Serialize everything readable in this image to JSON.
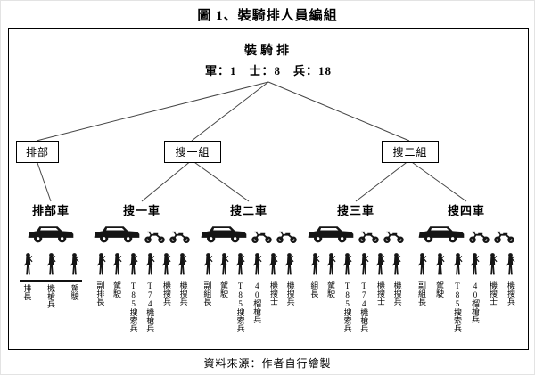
{
  "title": "圖 1、裝騎排人員編組",
  "chart": {
    "root": {
      "label": "裝騎排",
      "stats": "軍：1　士：8　兵：18"
    },
    "nodes": [
      {
        "label": "排部"
      },
      {
        "label": "搜一組"
      },
      {
        "label": "搜二組"
      }
    ],
    "groups": [
      {
        "label": "排部車",
        "vehicles": [
          "jeep"
        ],
        "members": [
          "排長",
          "機槍兵",
          "駕駛"
        ]
      },
      {
        "label": "搜一車",
        "vehicles": [
          "jeep",
          "motorcycle",
          "motorcycle"
        ],
        "members": [
          "副排長",
          "駕駛",
          "T85搜索兵",
          "T74機槍兵",
          "機搜兵",
          "機搜兵"
        ]
      },
      {
        "label": "搜二車",
        "vehicles": [
          "jeep",
          "motorcycle",
          "motorcycle"
        ],
        "members": [
          "副組長",
          "駕駛",
          "T85搜索兵",
          "40榴槍兵",
          "機搜士",
          "機搜兵"
        ]
      },
      {
        "label": "搜三車",
        "vehicles": [
          "jeep",
          "motorcycle",
          "motorcycle"
        ],
        "members": [
          "組長",
          "駕駛",
          "T85搜索兵",
          "T74機槍兵",
          "機搜士",
          "機搜兵"
        ]
      },
      {
        "label": "搜四車",
        "vehicles": [
          "jeep",
          "motorcycle",
          "motorcycle"
        ],
        "members": [
          "副組長",
          "駕駛",
          "T85搜索兵",
          "40榴槍兵",
          "機搜士",
          "機搜兵"
        ]
      }
    ]
  },
  "source": "資料來源：作者自行繪製",
  "colors": {
    "silhouette": "#151515",
    "line": "#444444",
    "border": "#000000"
  }
}
